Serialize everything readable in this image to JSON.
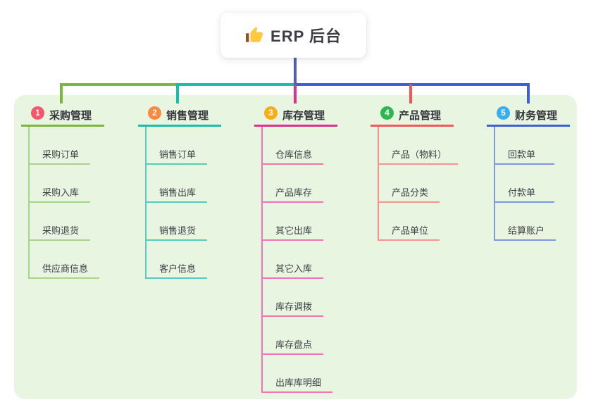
{
  "root": {
    "label": "ERP 后台",
    "icon": "thumbs-up-icon"
  },
  "colors": {
    "page_bg": "#FFFFFF",
    "panel_bg": "#E7F5E1",
    "root_trunk": "#4E5EC4",
    "title_text": "#36363C",
    "child_text": "#3F3F46"
  },
  "branches": [
    {
      "number": "1",
      "title": "采购管理",
      "badge_color": "#F4566B",
      "line_color": "#7CB53F",
      "child_line_color": "#A9D48B",
      "children": [
        "采购订单",
        "采购入库",
        "采购退货",
        "供应商信息"
      ]
    },
    {
      "number": "2",
      "title": "销售管理",
      "badge_color": "#FA8A3C",
      "line_color": "#1BBCAC",
      "child_line_color": "#55CBBD",
      "children": [
        "销售订单",
        "销售出库",
        "销售退货",
        "客户信息"
      ]
    },
    {
      "number": "3",
      "title": "库存管理",
      "badge_color": "#FBAD18",
      "line_color": "#DF2F90",
      "child_line_color": "#F273B6",
      "children": [
        "仓库信息",
        "产品库存",
        "其它出库",
        "其它入库",
        "库存调拨",
        "库存盘点",
        "出库库明细"
      ]
    },
    {
      "number": "4",
      "title": "产品管理",
      "badge_color": "#2DB64F",
      "line_color": "#F2585A",
      "child_line_color": "#F79490",
      "children": [
        "产品（物料）",
        "产品分类",
        "产品单位"
      ]
    },
    {
      "number": "5",
      "title": "财务管理",
      "badge_color": "#38ADF2",
      "line_color": "#3E60D2",
      "child_line_color": "#7F97DE",
      "children": [
        "回款单",
        "付款单",
        "结算账户"
      ]
    }
  ]
}
